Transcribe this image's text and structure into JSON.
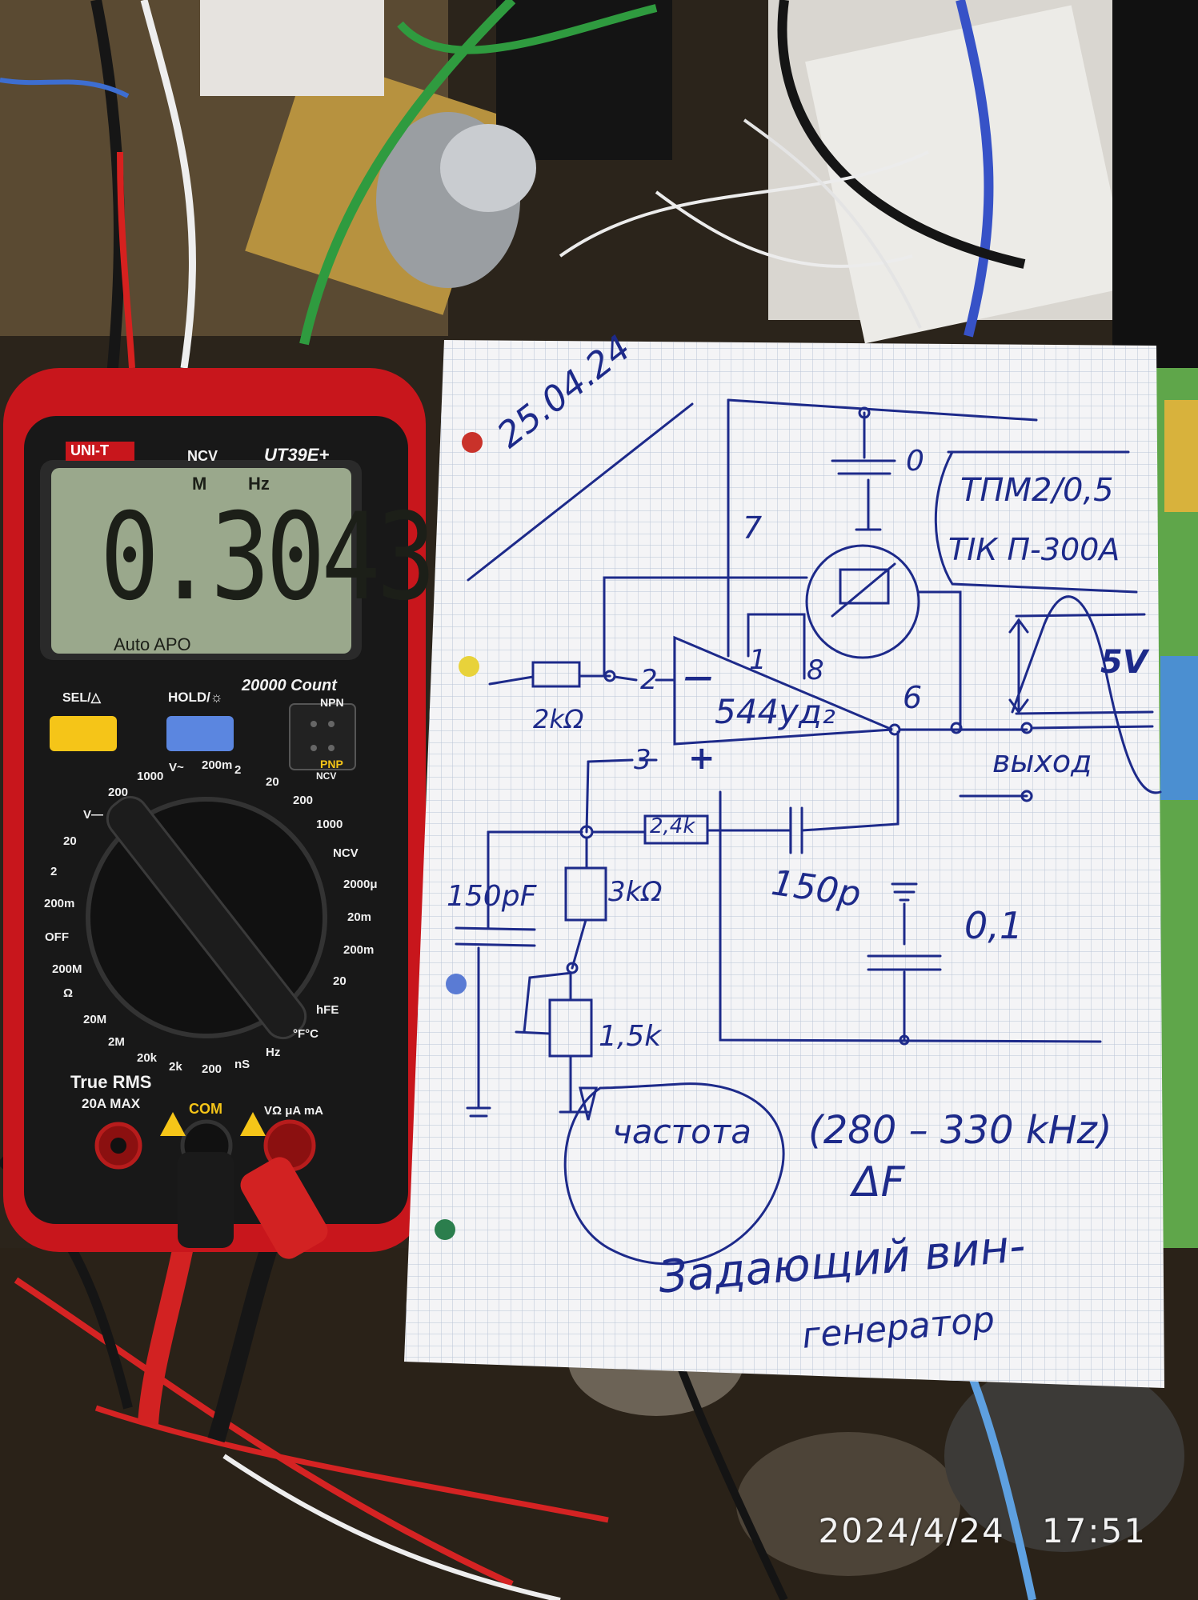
{
  "photo": {
    "timestamp_date": "2024/4/24",
    "timestamp_time": "17:51"
  },
  "multimeter": {
    "brand": "UNI-T",
    "model": "UT39E+",
    "ncv_label": "NCV",
    "unit_m": "M",
    "unit_hz": "Hz",
    "reading": "0.3043",
    "auto_apo": "Auto APO",
    "count_label": "20000 Count",
    "sel_label": "SEL/△",
    "hold_label": "HOLD/☼",
    "npn_label": "NPN",
    "pnp_label": "PNP",
    "ncv_small": "NCV",
    "true_rms": "True RMS",
    "max_20a": "20A MAX",
    "com_label": "COM",
    "vohm_label": "VΩ μA mA",
    "dial_labels": [
      "200M",
      "OFF",
      "200m",
      "2",
      "20",
      "V—",
      "200",
      "1000",
      "V~",
      "200m",
      "2",
      "20",
      "200",
      "1000",
      "NCV",
      "2000μ",
      "20m",
      "200m",
      "20",
      "hFE",
      "°F°C",
      "Hz",
      "nS",
      "200",
      "2k",
      "20k",
      "2M",
      "20M",
      "Ω"
    ],
    "colors": {
      "body": "#c8161c",
      "face": "#1a1a1a",
      "lcd": "#9aa88c",
      "sel_button": "#f5c518",
      "hold_button": "#5b86e0"
    }
  },
  "schematic": {
    "date": "25.04.24",
    "chip": "544уд₂",
    "pin_7": "7",
    "pin_1": "1",
    "pin_8": "8",
    "pin_2": "2",
    "pin_3": "3",
    "pin_6": "6",
    "minus": "—",
    "plus": "+",
    "r_input": "2kΩ",
    "r_feedback": "2,4k",
    "r_lower": "3kΩ",
    "r_trim": "1,5k",
    "c_left": "150pF",
    "c_feedback": "150p",
    "c_right": "0,1",
    "zero": "0",
    "thermistor_1": "ТПМ2/0,5",
    "thermistor_2": "ТІК П-300А",
    "amplitude": "5V",
    "output": "выход",
    "freq_word": "частота",
    "freq_range": "(280 – 330 kHz)",
    "delta_f": "ΔF",
    "title_line1": "Задающий вин-",
    "title_line2": "генератор",
    "ink_color": "#1d2a8a"
  }
}
